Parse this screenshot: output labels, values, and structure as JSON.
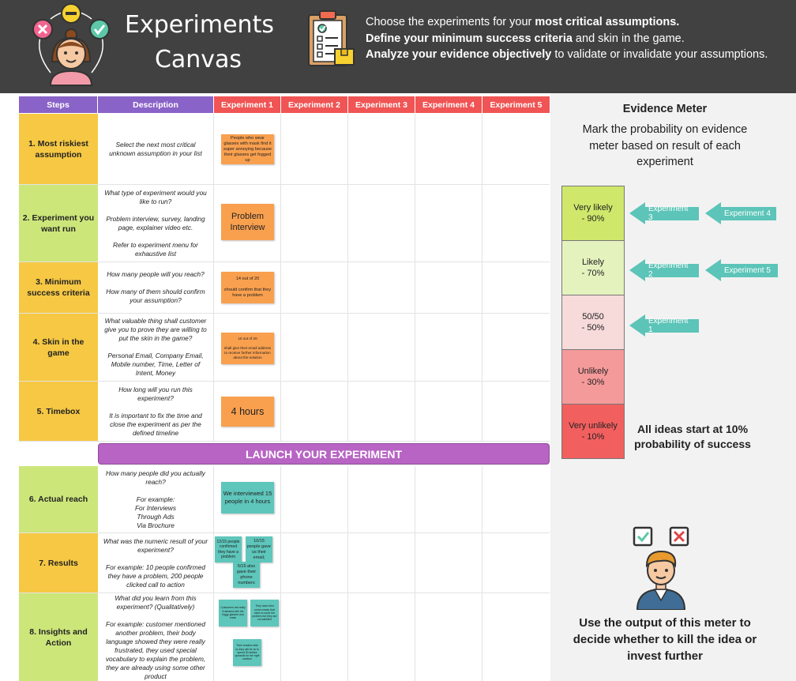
{
  "header": {
    "title_line1": "Experiments",
    "title_line2": "Canvas",
    "line1_normal": "Choose the experiments for your ",
    "line1_bold": "most critical assumptions.",
    "line2_bold": "Define your minimum success criteria",
    "line2_normal": " and skin in the game.",
    "line3_bold": "Analyze your evidence objectively",
    "line3_normal": " to validate or invalidate your assumptions."
  },
  "table": {
    "headers": [
      "Steps",
      "Description",
      "Experiment 1",
      "Experiment 2",
      "Experiment 3",
      "Experiment 4",
      "Experiment 5"
    ],
    "rows": [
      {
        "step": "1. Most riskiest assumption",
        "desc": "Select the next most critical unknown assumption in your list",
        "note": "People who wear glasses with mask find it super annoying because their glasses get fogged up"
      },
      {
        "step": "2. Experiment you want run",
        "desc": "What type of experiment would you like to run?\n\nProblem interview, survey, landing page, explainer video etc.\n\nRefer to experiment menu for exhaustive list",
        "note": "Problem Interview"
      },
      {
        "step": "3. Minimum success criteria",
        "desc": "How many people will you reach?\n\nHow many of them should confirm your assumption?",
        "note": "14 out of 20\n\nshould confirm that they have a problem"
      },
      {
        "step": "4. Skin in the game",
        "desc": "What valuable thing shall customer give you to prove they are willing to put the skin in the game?\n\nPersonal Email, Company Email, Mobile number, Time, Letter of Intent, Money",
        "note": "10 out of 20\n\nshall give their email address to receive further information about the solution"
      },
      {
        "step": "5. Timebox",
        "desc": "How long will you run this experiment?\n\nIt is important to fix the time and close the experiment as per the defined timeline",
        "note": "4 hours"
      },
      {
        "step": "6. Actual reach",
        "desc": "How many people did you actually reach?\n\nFor example:\nFor Interviews\nThrough Ads\nVia Brochure",
        "note": "We interviewed 15 people in 4 hours"
      },
      {
        "step": "7. Results",
        "desc": "What was the numeric result of your experiment?\n\nFor example: 10 people confirmed they have a problem, 200 people clicked call to action",
        "note_a": "12/15 people confirmed they have a problem",
        "note_b": "10/15 people gave us their email;",
        "note_c": "5/15 also gave their phone numbers"
      },
      {
        "step": "8. Insights and Action",
        "desc": "What did you learn from this experiment? (Qualitatively)\n\nFor example: customer mentioned another problem, their body language showed they were really frustrated, they used special vocabulary to explain the problem, they are already using some other product",
        "note_a": "Customers are really frustrated with the foggy glasses and mask",
        "note_b": "They have tried some masks that claim to solve the problem but they are not satisfied",
        "note_c": "Their reaction tells us they will be ok to spend 30 dollars upwards for the right solution"
      }
    ]
  },
  "launch_label": "LAUNCH YOUR EXPERIMENT",
  "evidence": {
    "title": "Evidence Meter",
    "subtitle": "Mark the probability on evidence meter based on result of each experiment",
    "levels": [
      {
        "label": "Very likely\n- 90%",
        "color": "#cfe86b"
      },
      {
        "label": "Likely\n- 70%",
        "color": "#e4f2bd"
      },
      {
        "label": "50/50\n- 50%",
        "color": "#f7dada"
      },
      {
        "label": "Unlikely\n- 30%",
        "color": "#f59a9a"
      },
      {
        "label": "Very unlikely\n- 10%",
        "color": "#f25f5f"
      }
    ],
    "arrows": [
      "Experiment 3",
      "Experiment 4",
      "Experiment 2",
      "Experiment 5",
      "Experiment 1"
    ],
    "ideas_note": "All ideas start at 10% probability of success",
    "output_note": "Use the output of this meter to decide whether to kill the idea or invest further"
  }
}
